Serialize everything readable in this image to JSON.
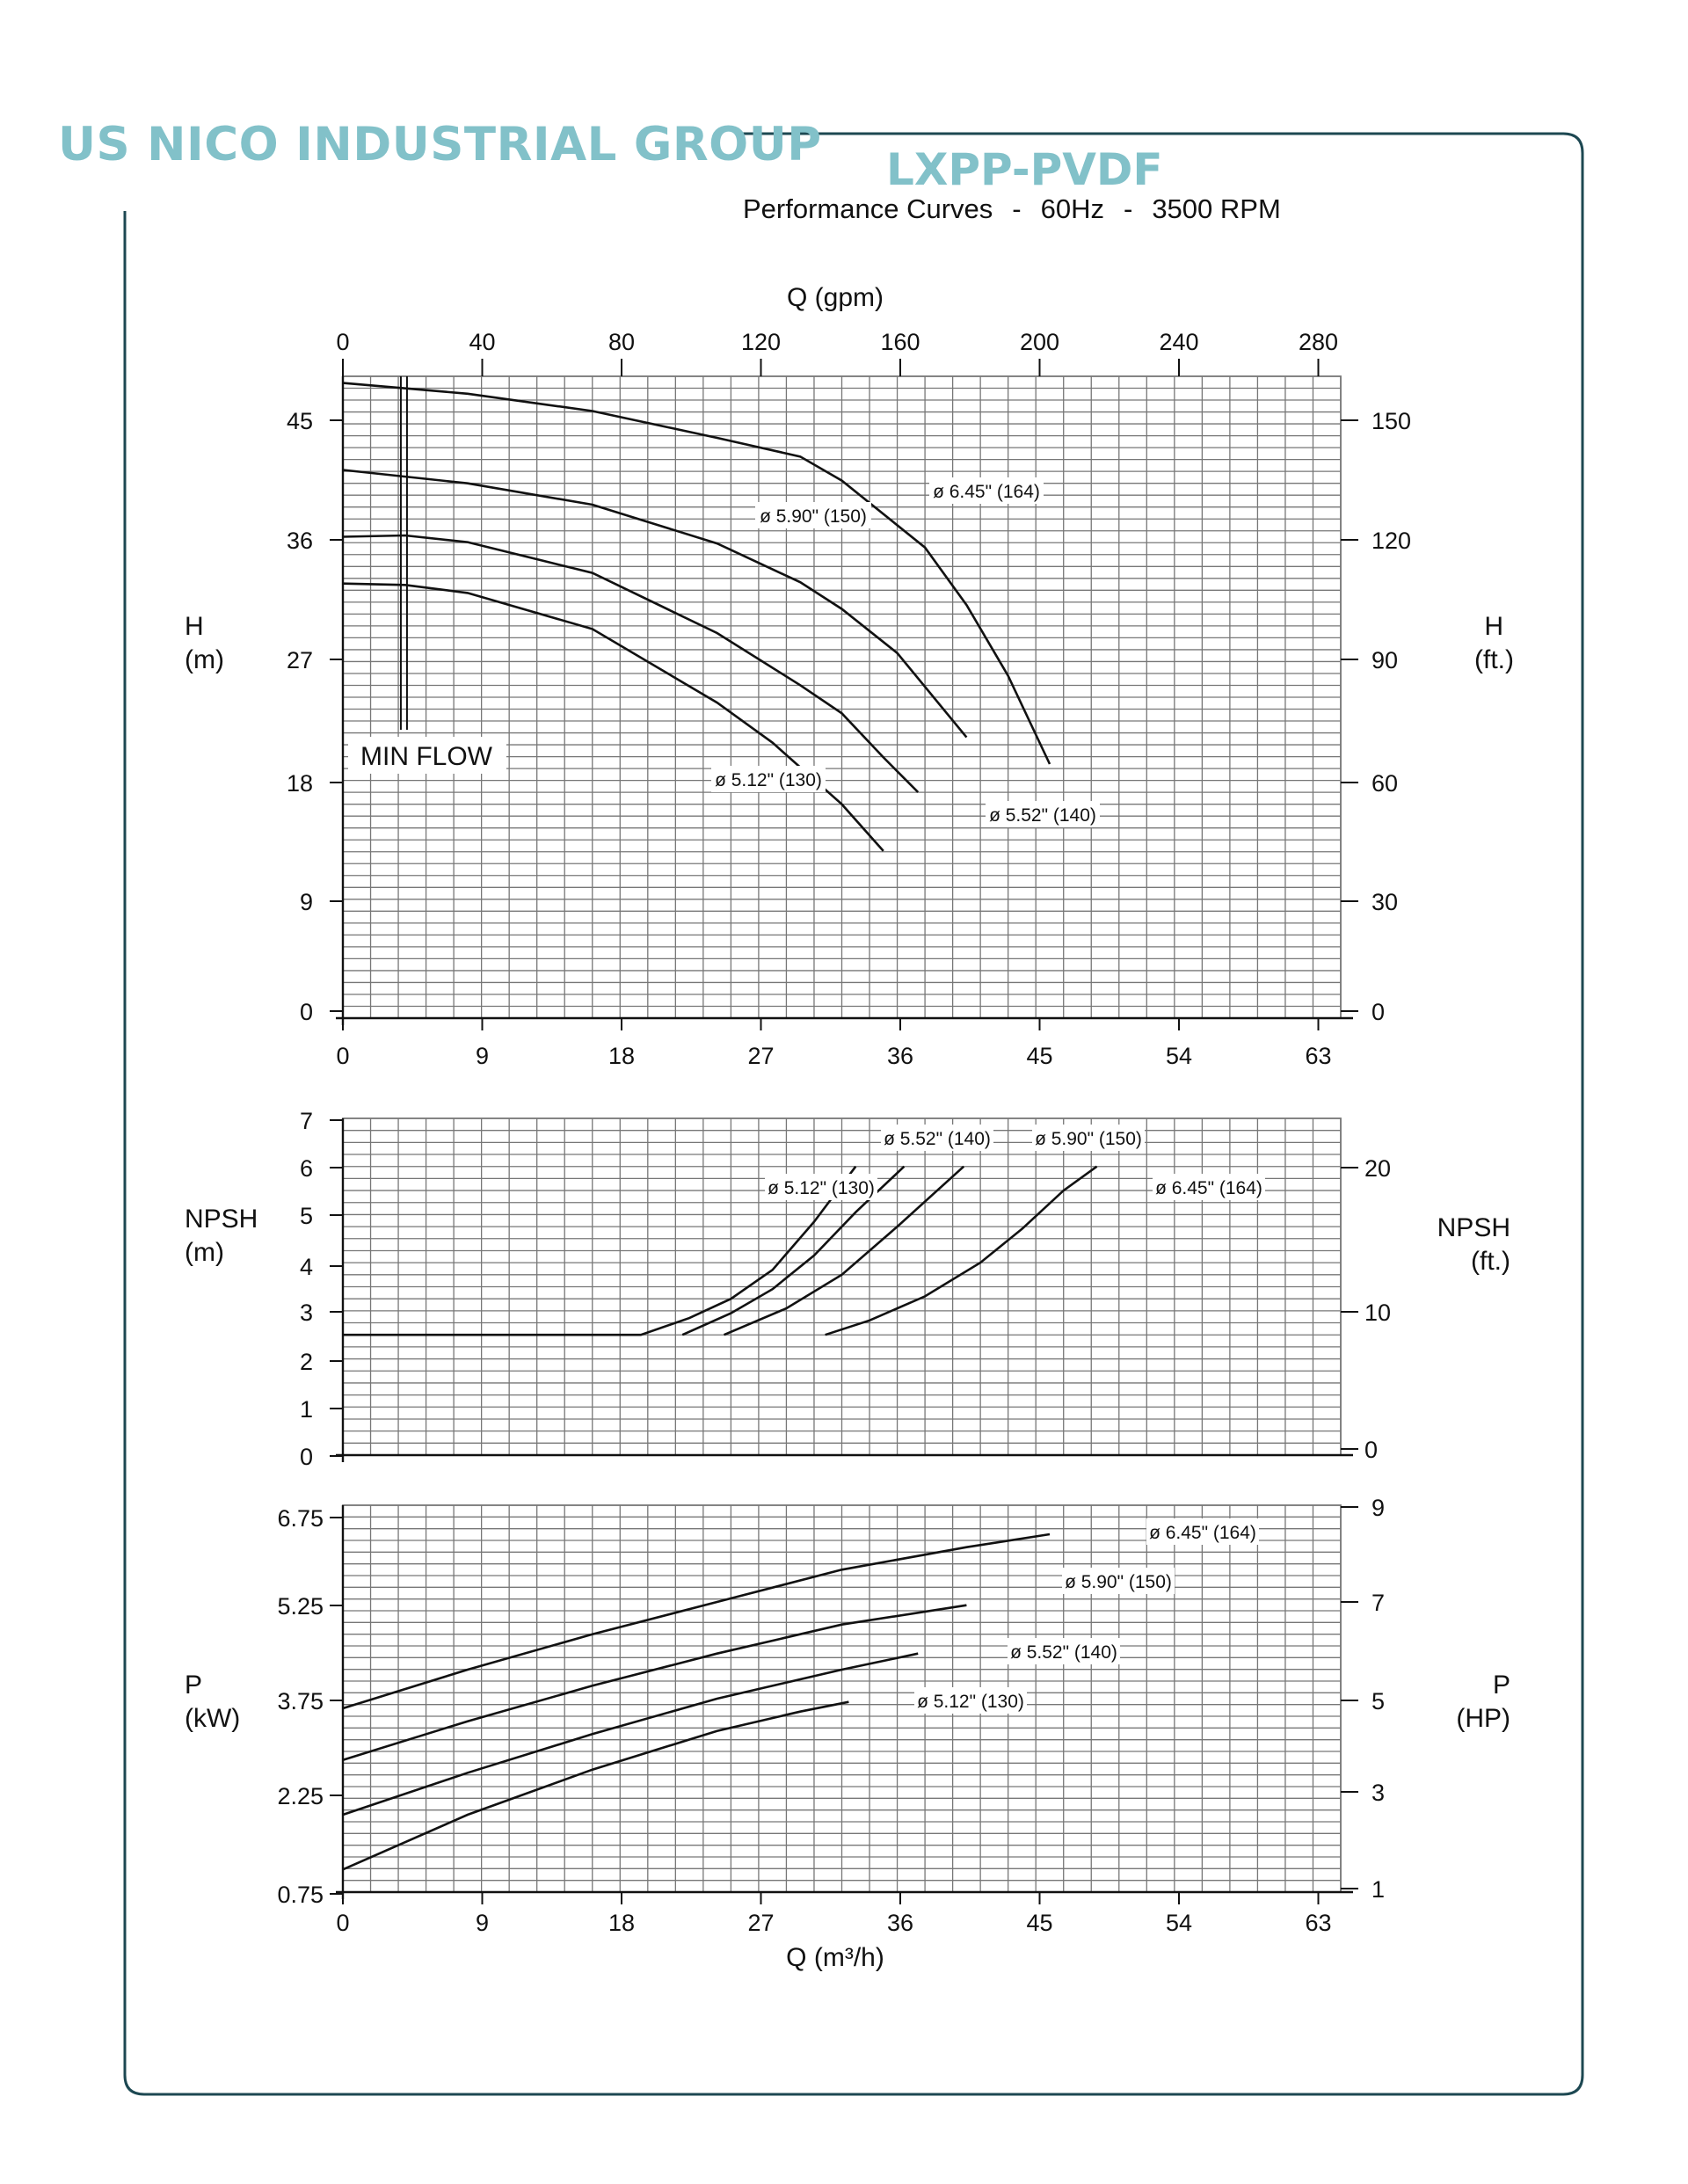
{
  "brand": "US NICO INDUSTRIAL GROUP",
  "model": "LXPP-PVDF",
  "subtitle": {
    "label": "Performance Curves",
    "sep1": "-",
    "freq": "60Hz",
    "sep2": "-",
    "speed": "3500 RPM"
  },
  "colors": {
    "brand": "#82c1c9",
    "frame": "#1d4852",
    "grid": "#777777",
    "curve": "#111111"
  },
  "chart_data": [
    {
      "type": "line",
      "name": "head",
      "xlabel_top": "Q (gpm)",
      "xticks_top": [
        "0",
        "40",
        "80",
        "120",
        "160",
        "200",
        "240",
        "280"
      ],
      "xticks_bottom": [
        "0",
        "9",
        "18",
        "27",
        "36",
        "45",
        "54",
        "63"
      ],
      "ylabel_left": [
        "H",
        "(m)"
      ],
      "ylabel_right": [
        "H",
        "(ft.)"
      ],
      "yticks_left": [
        "45",
        "36",
        "27",
        "18",
        "9",
        "0"
      ],
      "yticks_right": [
        "150",
        "120",
        "90",
        "60",
        "30",
        "0"
      ],
      "xlim": [
        0,
        72
      ],
      "ylim": [
        0,
        48
      ],
      "grid": true,
      "min_flow": {
        "label": "MIN FLOW",
        "x": 4.5
      },
      "series": [
        {
          "name": "ø 6.45\" (164)",
          "points": [
            [
              0,
              47.5
            ],
            [
              9,
              46.7
            ],
            [
              18,
              45.4
            ],
            [
              27,
              43.4
            ],
            [
              33,
              42.0
            ],
            [
              36,
              40.2
            ],
            [
              42,
              35.2
            ],
            [
              45,
              30.9
            ],
            [
              48,
              25.6
            ],
            [
              51,
              19.0
            ]
          ]
        },
        {
          "name": "ø 5.90\" (150)",
          "points": [
            [
              0,
              41.0
            ],
            [
              9,
              40.0
            ],
            [
              18,
              38.4
            ],
            [
              27,
              35.5
            ],
            [
              33,
              32.6
            ],
            [
              36,
              30.6
            ],
            [
              40,
              27.3
            ],
            [
              45,
              21.0
            ]
          ]
        },
        {
          "name": "ø 5.52\" (140)",
          "points": [
            [
              0,
              36.0
            ],
            [
              4.5,
              36.1
            ],
            [
              9,
              35.6
            ],
            [
              18,
              33.3
            ],
            [
              27,
              28.8
            ],
            [
              33,
              24.9
            ],
            [
              36,
              22.8
            ],
            [
              39,
              19.5
            ],
            [
              41.5,
              16.9
            ]
          ]
        },
        {
          "name": "ø 5.12\" (130)",
          "points": [
            [
              0,
              32.5
            ],
            [
              4.5,
              32.4
            ],
            [
              9,
              31.8
            ],
            [
              18,
              29.1
            ],
            [
              27,
              23.6
            ],
            [
              31,
              20.6
            ],
            [
              36,
              16.0
            ],
            [
              39,
              12.5
            ]
          ]
        }
      ]
    },
    {
      "type": "line",
      "name": "npsh",
      "ylabel_left": [
        "NPSH",
        "(m)"
      ],
      "ylabel_right": [
        "NPSH",
        "(ft.)"
      ],
      "yticks_left": [
        "7",
        "6",
        "5",
        "4",
        "3",
        "2",
        "1",
        "0"
      ],
      "yticks_right": [
        "20",
        "10",
        "0"
      ],
      "xlim": [
        0,
        72
      ],
      "ylim": [
        0,
        7
      ],
      "grid": true,
      "series": [
        {
          "name": "ø 5.12\" (130)",
          "points": [
            [
              0,
              2.5
            ],
            [
              21.5,
              2.5
            ],
            [
              25,
              2.85
            ],
            [
              28,
              3.25
            ],
            [
              31,
              3.85
            ],
            [
              34,
              4.85
            ],
            [
              37,
              6.0
            ]
          ]
        },
        {
          "name": "ø 5.52\" (140)",
          "points": [
            [
              24.5,
              2.5
            ],
            [
              28,
              2.95
            ],
            [
              31,
              3.45
            ],
            [
              34,
              4.15
            ],
            [
              37,
              5.05
            ],
            [
              40.5,
              6.0
            ]
          ]
        },
        {
          "name": "ø 5.90\" (150)",
          "points": [
            [
              27.5,
              2.5
            ],
            [
              32,
              3.05
            ],
            [
              36,
              3.75
            ],
            [
              40,
              4.75
            ],
            [
              44.8,
              6.0
            ]
          ]
        },
        {
          "name": "ø 6.45\" (164)",
          "points": [
            [
              34.8,
              2.5
            ],
            [
              38,
              2.8
            ],
            [
              42,
              3.3
            ],
            [
              46,
              4.0
            ],
            [
              49,
              4.7
            ],
            [
              52,
              5.5
            ],
            [
              54.4,
              6.0
            ]
          ]
        }
      ]
    },
    {
      "type": "line",
      "name": "power",
      "ylabel_left": [
        "P",
        "(kW)"
      ],
      "ylabel_right": [
        "P",
        "(HP)"
      ],
      "yticks_left": [
        "6.75",
        "5.25",
        "3.75",
        "2.25",
        "0.75"
      ],
      "yticks_right": [
        "9",
        "7",
        "5",
        "3",
        "1"
      ],
      "xticks_bottom": [
        "0",
        "9",
        "18",
        "27",
        "36",
        "45",
        "54",
        "63"
      ],
      "xlabel_bottom": "Q (m³/h)",
      "xlim": [
        0,
        72
      ],
      "ylim": [
        0.75,
        6.75
      ],
      "grid": true,
      "series": [
        {
          "name": "ø 6.45\" (164)",
          "points": [
            [
              0,
              3.6
            ],
            [
              9,
              4.2
            ],
            [
              18,
              4.75
            ],
            [
              27,
              5.25
            ],
            [
              36,
              5.75
            ],
            [
              45,
              6.1
            ],
            [
              51,
              6.3
            ]
          ]
        },
        {
          "name": "ø 5.90\" (150)",
          "points": [
            [
              0,
              2.8
            ],
            [
              9,
              3.4
            ],
            [
              18,
              3.95
            ],
            [
              27,
              4.45
            ],
            [
              36,
              4.9
            ],
            [
              45,
              5.2
            ]
          ]
        },
        {
          "name": "ø 5.52\" (140)",
          "points": [
            [
              0,
              1.95
            ],
            [
              9,
              2.6
            ],
            [
              18,
              3.2
            ],
            [
              27,
              3.75
            ],
            [
              36,
              4.2
            ],
            [
              41.5,
              4.45
            ]
          ]
        },
        {
          "name": "ø 5.12\" (130)",
          "points": [
            [
              0,
              1.1
            ],
            [
              9,
              1.95
            ],
            [
              18,
              2.65
            ],
            [
              27,
              3.25
            ],
            [
              33,
              3.55
            ],
            [
              36.5,
              3.7
            ]
          ]
        }
      ]
    }
  ]
}
